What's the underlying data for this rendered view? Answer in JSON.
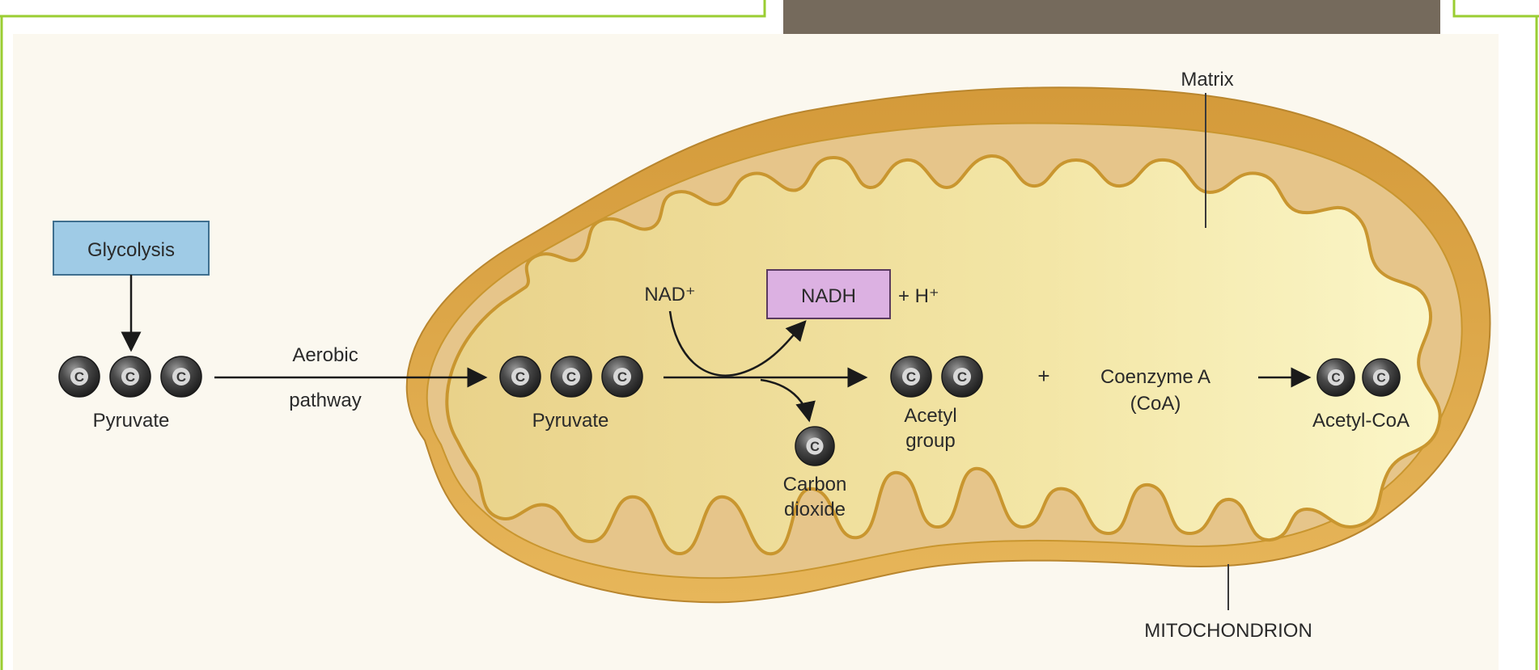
{
  "colors": {
    "slide_border": "#9acd32",
    "header_bar": "#756a5c",
    "paper": "#fbf8ef",
    "outer_membrane": "#d9a84a",
    "intermembrane": "#e6c58a",
    "inner_membrane_stroke": "#c9962f",
    "matrix": "#f1e6a4",
    "matrix_light": "#fbf6c8",
    "glycolysis_box": "#9fcbe6",
    "nadh_box": "#dcb1e2",
    "carbon_atom": "#4a4a4a"
  },
  "icons": {
    "carbon_atom": "carbon-atom-icon"
  },
  "diagram": {
    "glycolysis_label": "Glycolysis",
    "pyruvate_outside_label": "Pyruvate",
    "aerobic_label": "Aerobic",
    "pathway_label": "pathway",
    "pyruvate_inside_label": "Pyruvate",
    "nad_label": "NAD⁺",
    "nadh_label": "NADH",
    "h_plus_label": "+ H⁺",
    "carbon_label_1": "Carbon",
    "carbon_label_2": "dioxide",
    "acetyl_label_1": "Acetyl",
    "acetyl_label_2": "group",
    "plus_sign": "+",
    "coenzyme_label_1": "Coenzyme A",
    "coenzyme_label_2": "(CoA)",
    "acetyl_coa_label": "Acetyl-CoA",
    "matrix_label": "Matrix",
    "mitochondrion_label": "MITOCHONDRION",
    "atom_letter": "C"
  }
}
